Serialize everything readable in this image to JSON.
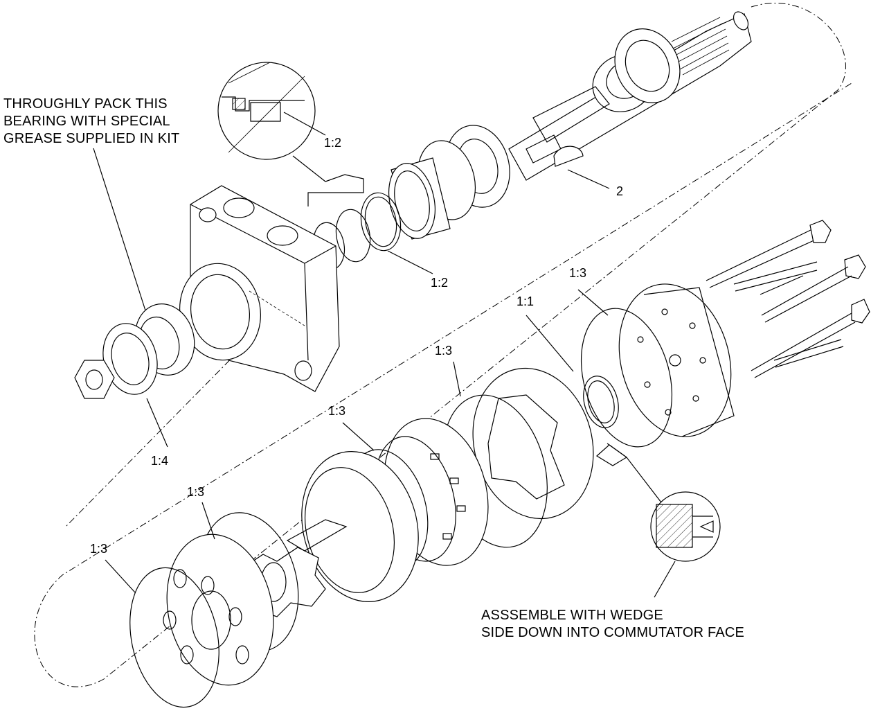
{
  "notes": {
    "grease": [
      "THROUGHLY PACK THIS",
      "BEARING WITH SPECIAL",
      "GREASE SUPPLIED IN KIT"
    ],
    "wedge": [
      "ASSSEMBLE WITH WEDGE",
      "SIDE DOWN INTO COMMUTATOR FACE"
    ]
  },
  "callouts": {
    "c_detail_top": "1:2",
    "c_key": "2",
    "c_ring_mid": "1:2",
    "c_bearing": "1:4",
    "c_seal_big": "1:3",
    "c_oring_small": "1:1",
    "c_ring_commutator": "1:3",
    "c_ring_manifold": "1:3",
    "c_ring_gerotor": "1:3",
    "c_ring_end": "1:3"
  }
}
